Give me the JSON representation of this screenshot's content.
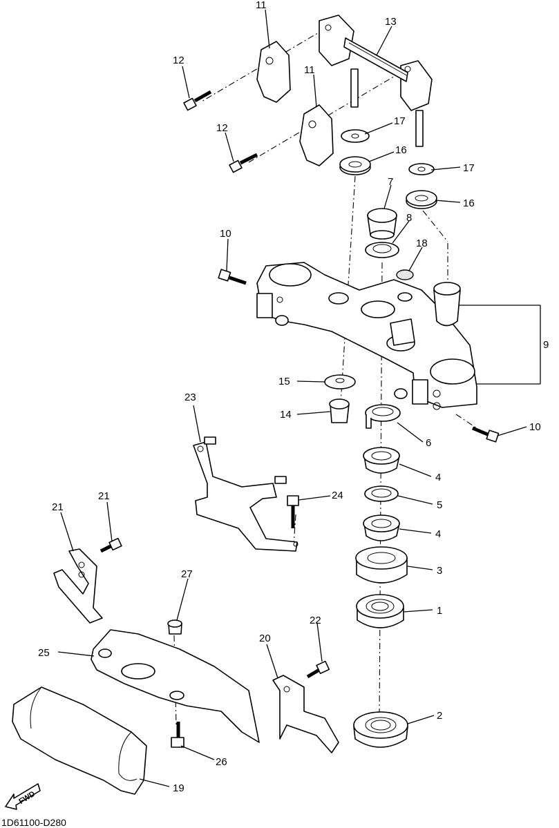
{
  "diagram": {
    "drawing_code": "1D61100-D280",
    "fwd_label": "FWD",
    "callouts": [
      {
        "id": "c1",
        "text": "1"
      },
      {
        "id": "c2",
        "text": "2"
      },
      {
        "id": "c3",
        "text": "3"
      },
      {
        "id": "c4a",
        "text": "4"
      },
      {
        "id": "c4b",
        "text": "4"
      },
      {
        "id": "c5",
        "text": "5"
      },
      {
        "id": "c6",
        "text": "6"
      },
      {
        "id": "c7",
        "text": "7"
      },
      {
        "id": "c8",
        "text": "8"
      },
      {
        "id": "c9",
        "text": "9"
      },
      {
        "id": "c10a",
        "text": "10"
      },
      {
        "id": "c10b",
        "text": "10"
      },
      {
        "id": "c11a",
        "text": "11"
      },
      {
        "id": "c11b",
        "text": "11"
      },
      {
        "id": "c12a",
        "text": "12"
      },
      {
        "id": "c12b",
        "text": "12"
      },
      {
        "id": "c13",
        "text": "13"
      },
      {
        "id": "c14",
        "text": "14"
      },
      {
        "id": "c15",
        "text": "15"
      },
      {
        "id": "c16a",
        "text": "16"
      },
      {
        "id": "c16b",
        "text": "16"
      },
      {
        "id": "c17a",
        "text": "17"
      },
      {
        "id": "c17b",
        "text": "17"
      },
      {
        "id": "c18",
        "text": "18"
      },
      {
        "id": "c19",
        "text": "19"
      },
      {
        "id": "c20",
        "text": "20"
      },
      {
        "id": "c21a",
        "text": "21"
      },
      {
        "id": "c21b",
        "text": "21"
      },
      {
        "id": "c22",
        "text": "22"
      },
      {
        "id": "c23",
        "text": "23"
      },
      {
        "id": "c24",
        "text": "24"
      },
      {
        "id": "c25",
        "text": "25"
      },
      {
        "id": "c26",
        "text": "26"
      },
      {
        "id": "c27",
        "text": "27"
      }
    ]
  }
}
